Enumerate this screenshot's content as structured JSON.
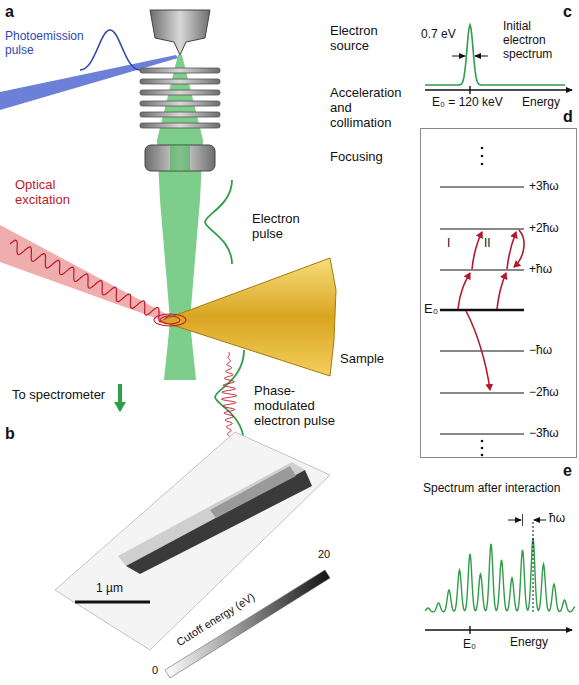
{
  "diagram": {
    "nodes": [
      {
        "text": [
          "+3ħω",
          "+2ħω",
          "+ħω",
          "E₀",
          "−ħω",
          "−2ħω",
          "−3ħω",
          "I",
          "II"
        ]
      }
    ],
    "labels": [
      "a",
      "Photoemission pulse",
      "Electron source",
      "Acceleration and collimation",
      "Focusing",
      "Optical excitation",
      "Electron pulse",
      "Sample",
      "Phase-modulated electron pulse",
      "To spectrometer",
      "b",
      "1 µm",
      "Cutoff energy (eV)",
      "20",
      "0",
      "c",
      "0.7 eV",
      "Initial electron spectrum",
      "Energy",
      "E₀ = 120 keV",
      "d",
      "e",
      "Spectrum after interaction",
      "ħω",
      "E₀",
      "Energy"
    ]
  }
}
